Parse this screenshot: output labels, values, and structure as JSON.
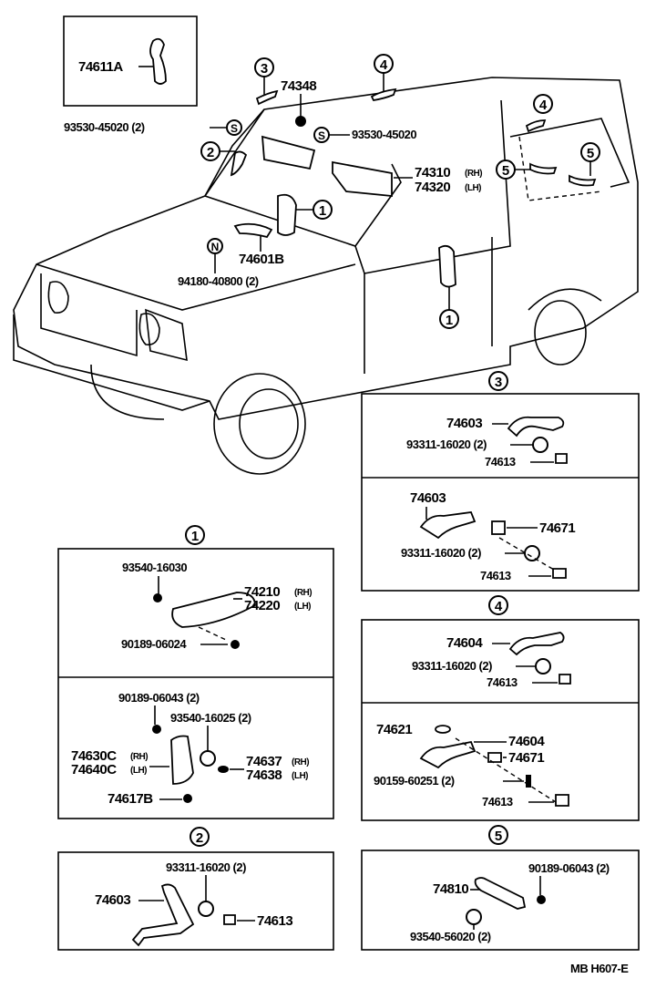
{
  "inset": {
    "part": "74611A"
  },
  "main": {
    "callouts": [
      "3",
      "4",
      "2",
      "1",
      "1",
      "4",
      "5",
      "5"
    ],
    "s_symbol": "S",
    "n_symbol": "N",
    "labels": {
      "p74348": "74348",
      "screw_left": "93530-45020 (2)",
      "screw_right": "93530-45020",
      "visor_rh": "74310",
      "visor_lh": "74320",
      "rh": "(RH)",
      "lh": "(LH)",
      "p74601b": "74601B",
      "nut": "94180-40800 (2)"
    }
  },
  "detail_1": {
    "callout": "1",
    "upper": {
      "screw": "93540-16030",
      "grip_rh": "74210",
      "grip_lh": "74220",
      "rh": "(RH)",
      "lh": "(LH)",
      "bolt": "90189-06024"
    },
    "lower": {
      "nut": "90189-06043 (2)",
      "screw": "93540-16025 (2)",
      "grip_rh": "74630C",
      "grip_lh": "74640C",
      "cap_rh": "74637",
      "cap_lh": "74638",
      "rh": "(RH)",
      "lh": "(LH)",
      "cover": "74617B"
    }
  },
  "detail_2": {
    "callout": "2",
    "screw": "93311-16020 (2)",
    "grip": "74603",
    "cover": "74613"
  },
  "detail_3": {
    "callout": "3",
    "upper": {
      "grip": "74603",
      "screw": "93311-16020 (2)",
      "cover": "74613"
    },
    "lower": {
      "grip": "74603",
      "bracket": "74671",
      "screw": "93311-16020 (2)",
      "cover": "74613"
    }
  },
  "detail_4": {
    "callout": "4",
    "upper": {
      "grip": "74604",
      "screw": "93311-16020 (2)",
      "cover": "74613"
    },
    "lower": {
      "washer": "74621",
      "grip": "74604",
      "bracket": "74671",
      "screw": "90159-60251 (2)",
      "cover": "74613"
    }
  },
  "detail_5": {
    "callout": "5",
    "nut": "90189-06043 (2)",
    "grip": "74810",
    "screw": "93540-56020 (2)"
  },
  "footer": {
    "code": "MB  H607-E"
  }
}
